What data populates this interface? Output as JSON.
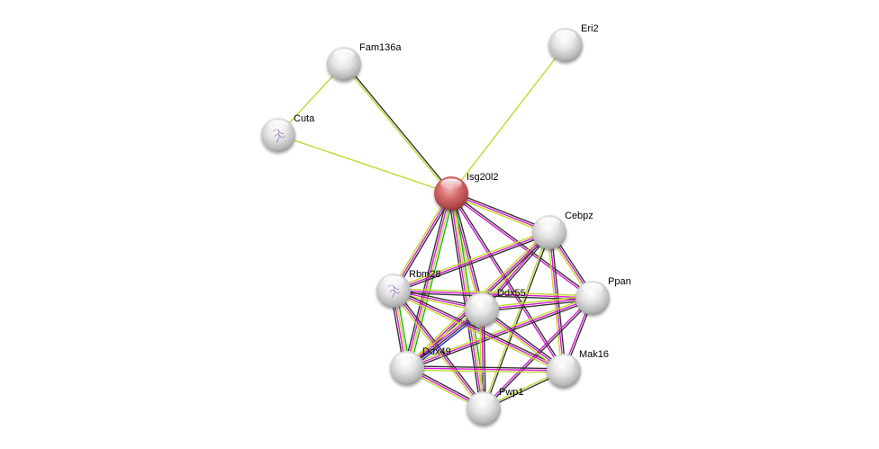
{
  "title": "Protein interaction network",
  "colors": {
    "query_node": "#d46a6a",
    "node": "#e0e0e0",
    "edge_textmining": "#c1d82f",
    "edge_coexpression": "#333333",
    "edge_experiments": "#d61ad6",
    "edge_database": "#1fb31f",
    "edge_neighborhood": "#2a2ae0"
  },
  "nodes": [
    {
      "id": "Isg20l2",
      "label": "Isg20l2",
      "query": true,
      "structure": false
    },
    {
      "id": "Fam136a",
      "label": "Fam136a",
      "query": false,
      "structure": false
    },
    {
      "id": "Eri2",
      "label": "Eri2",
      "query": false,
      "structure": false
    },
    {
      "id": "Cuta",
      "label": "Cuta",
      "query": false,
      "structure": true
    },
    {
      "id": "Cebpz",
      "label": "Cebpz",
      "query": false,
      "structure": false
    },
    {
      "id": "Ppan",
      "label": "Ppan",
      "query": false,
      "structure": false
    },
    {
      "id": "Rbm28",
      "label": "Rbm28",
      "query": false,
      "structure": true
    },
    {
      "id": "Ddx55",
      "label": "Ddx55",
      "query": false,
      "structure": false
    },
    {
      "id": "Ddx49",
      "label": "Ddx49",
      "query": false,
      "structure": false
    },
    {
      "id": "Mak16",
      "label": "Mak16",
      "query": false,
      "structure": false
    },
    {
      "id": "Pwp1",
      "label": "Pwp1",
      "query": false,
      "structure": false
    }
  ],
  "edges": [
    {
      "source": "Cuta",
      "target": "Fam136a",
      "types": [
        "textmining"
      ]
    },
    {
      "source": "Cuta",
      "target": "Isg20l2",
      "types": [
        "textmining"
      ]
    },
    {
      "source": "Fam136a",
      "target": "Isg20l2",
      "types": [
        "coexpression",
        "textmining"
      ]
    },
    {
      "source": "Eri2",
      "target": "Isg20l2",
      "types": [
        "textmining"
      ]
    },
    {
      "source": "Isg20l2",
      "target": "Cebpz",
      "types": [
        "coexpression",
        "experiments",
        "textmining"
      ]
    },
    {
      "source": "Isg20l2",
      "target": "Ppan",
      "types": [
        "coexpression",
        "experiments"
      ]
    },
    {
      "source": "Isg20l2",
      "target": "Rbm28",
      "types": [
        "coexpression",
        "experiments",
        "textmining"
      ]
    },
    {
      "source": "Isg20l2",
      "target": "Ddx55",
      "types": [
        "coexpression",
        "experiments",
        "textmining"
      ]
    },
    {
      "source": "Isg20l2",
      "target": "Ddx49",
      "types": [
        "database",
        "textmining",
        "experiments",
        "coexpression"
      ]
    },
    {
      "source": "Isg20l2",
      "target": "Mak16",
      "types": [
        "coexpression",
        "experiments"
      ]
    },
    {
      "source": "Isg20l2",
      "target": "Pwp1",
      "types": [
        "database",
        "textmining",
        "experiments",
        "coexpression"
      ]
    },
    {
      "source": "Cebpz",
      "target": "Ppan",
      "types": [
        "coexpression",
        "experiments",
        "textmining"
      ]
    },
    {
      "source": "Cebpz",
      "target": "Rbm28",
      "types": [
        "coexpression",
        "experiments",
        "textmining"
      ]
    },
    {
      "source": "Cebpz",
      "target": "Ddx55",
      "types": [
        "coexpression",
        "experiments",
        "textmining"
      ]
    },
    {
      "source": "Cebpz",
      "target": "Ddx49",
      "types": [
        "coexpression",
        "experiments",
        "textmining"
      ]
    },
    {
      "source": "Cebpz",
      "target": "Mak16",
      "types": [
        "coexpression",
        "experiments",
        "textmining"
      ]
    },
    {
      "source": "Cebpz",
      "target": "Pwp1",
      "types": [
        "coexpression",
        "textmining"
      ]
    },
    {
      "source": "Ppan",
      "target": "Rbm28",
      "types": [
        "coexpression",
        "experiments",
        "textmining"
      ]
    },
    {
      "source": "Ppan",
      "target": "Ddx55",
      "types": [
        "coexpression",
        "experiments",
        "textmining"
      ]
    },
    {
      "source": "Ppan",
      "target": "Ddx49",
      "types": [
        "coexpression",
        "experiments",
        "textmining"
      ]
    },
    {
      "source": "Ppan",
      "target": "Mak16",
      "types": [
        "coexpression",
        "experiments"
      ]
    },
    {
      "source": "Ppan",
      "target": "Pwp1",
      "types": [
        "coexpression",
        "experiments"
      ]
    },
    {
      "source": "Rbm28",
      "target": "Ddx55",
      "types": [
        "coexpression",
        "experiments",
        "textmining"
      ]
    },
    {
      "source": "Rbm28",
      "target": "Ddx49",
      "types": [
        "database",
        "textmining",
        "experiments",
        "coexpression"
      ]
    },
    {
      "source": "Rbm28",
      "target": "Mak16",
      "types": [
        "coexpression",
        "experiments",
        "textmining"
      ]
    },
    {
      "source": "Rbm28",
      "target": "Pwp1",
      "types": [
        "coexpression",
        "experiments",
        "textmining"
      ]
    },
    {
      "source": "Ddx55",
      "target": "Ddx49",
      "types": [
        "neighborhood",
        "coexpression",
        "experiments",
        "textmining"
      ]
    },
    {
      "source": "Ddx55",
      "target": "Mak16",
      "types": [
        "coexpression",
        "experiments",
        "textmining"
      ]
    },
    {
      "source": "Ddx55",
      "target": "Pwp1",
      "types": [
        "coexpression",
        "experiments",
        "textmining"
      ]
    },
    {
      "source": "Ddx49",
      "target": "Mak16",
      "types": [
        "coexpression",
        "experiments",
        "textmining"
      ]
    },
    {
      "source": "Ddx49",
      "target": "Pwp1",
      "types": [
        "coexpression",
        "experiments",
        "textmining"
      ]
    },
    {
      "source": "Mak16",
      "target": "Pwp1",
      "types": [
        "coexpression",
        "textmining"
      ]
    }
  ]
}
